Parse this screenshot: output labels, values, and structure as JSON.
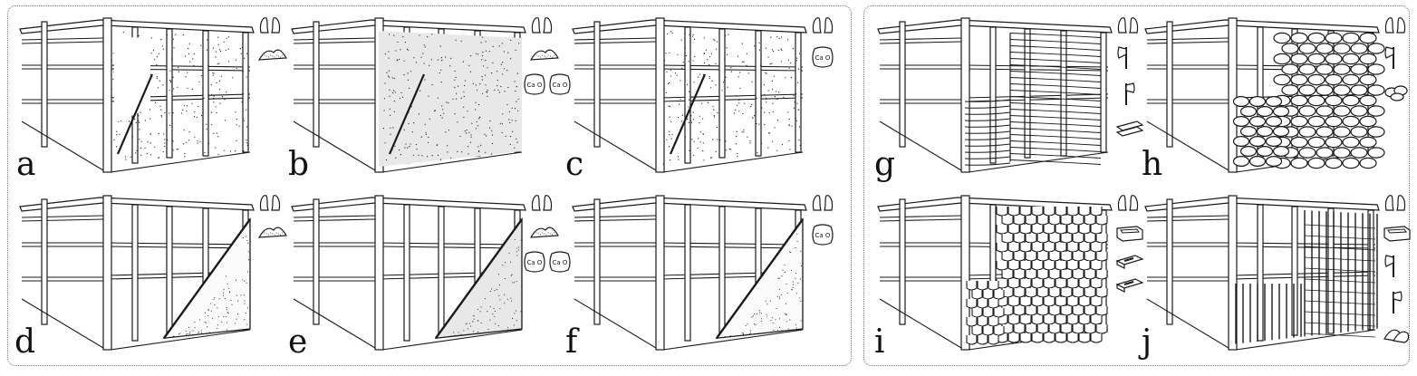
{
  "figure": {
    "groups": [
      {
        "id": "plaster-infill",
        "panels": [
          {
            "label": "a",
            "finish": "plaster-partial",
            "tools": [
              "hands-icon",
              "sand-pile-icon"
            ]
          },
          {
            "label": "b",
            "finish": "plaster-shaded",
            "tools": [
              "hands-icon",
              "sand-pile-icon",
              "lime-sack-icon",
              "lime-sack-icon"
            ]
          },
          {
            "label": "c",
            "finish": "plaster-lime",
            "tools": [
              "hands-icon",
              "lime-sack-icon"
            ]
          },
          {
            "label": "d",
            "finish": "triangle-dotted",
            "tools": [
              "hands-icon",
              "sand-pile-icon"
            ]
          },
          {
            "label": "e",
            "finish": "triangle-shaded",
            "tools": [
              "hands-icon",
              "sand-pile-icon",
              "lime-sack-icon",
              "lime-sack-icon"
            ]
          },
          {
            "label": "f",
            "finish": "triangle-light",
            "tools": [
              "hands-icon",
              "lime-sack-icon"
            ]
          }
        ]
      },
      {
        "id": "cladding",
        "panels": [
          {
            "label": "g",
            "finish": "boards",
            "tools": [
              "hands-icon",
              "axe-icon",
              "hatchet-icon",
              "plank-icon"
            ]
          },
          {
            "label": "h",
            "finish": "stones",
            "tools": [
              "hands-icon",
              "axe-icon",
              "stone-pile-icon"
            ]
          },
          {
            "label": "i",
            "finish": "shingles",
            "tools": [
              "hands-icon",
              "mould-box-icon",
              "brick-icon",
              "brick-icon"
            ]
          },
          {
            "label": "j",
            "finish": "thatch-grid",
            "tools": [
              "hands-icon",
              "mould-box-icon",
              "axe-icon",
              "hatchet-icon",
              "tile-icon"
            ]
          }
        ]
      }
    ],
    "colors": {
      "ink": "#1a1a1a",
      "shade": "#e8e8e8",
      "frame": "#777777"
    },
    "sack_text": "Ca O"
  }
}
